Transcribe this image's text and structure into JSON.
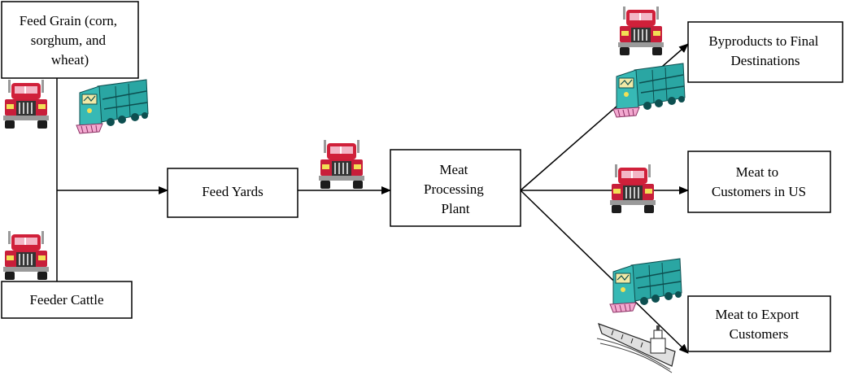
{
  "nodes": {
    "feed_grain": {
      "lines": [
        "Feed Grain (corn,",
        "sorghum, and",
        "wheat)"
      ]
    },
    "feeder_cattle": {
      "lines": [
        "Feeder Cattle"
      ]
    },
    "feed_yards": {
      "lines": [
        "Feed Yards"
      ]
    },
    "meat_processing": {
      "lines": [
        "Meat",
        "Processing",
        "Plant"
      ]
    },
    "byproducts": {
      "lines": [
        "Byproducts to Final",
        "Destinations"
      ]
    },
    "meat_us": {
      "lines": [
        "Meat to",
        "Customers in US"
      ]
    },
    "meat_export": {
      "lines": [
        "Meat to Export",
        "Customers"
      ]
    }
  },
  "transport_icons": [
    "truck-icon",
    "train-icon",
    "ship-icon"
  ]
}
